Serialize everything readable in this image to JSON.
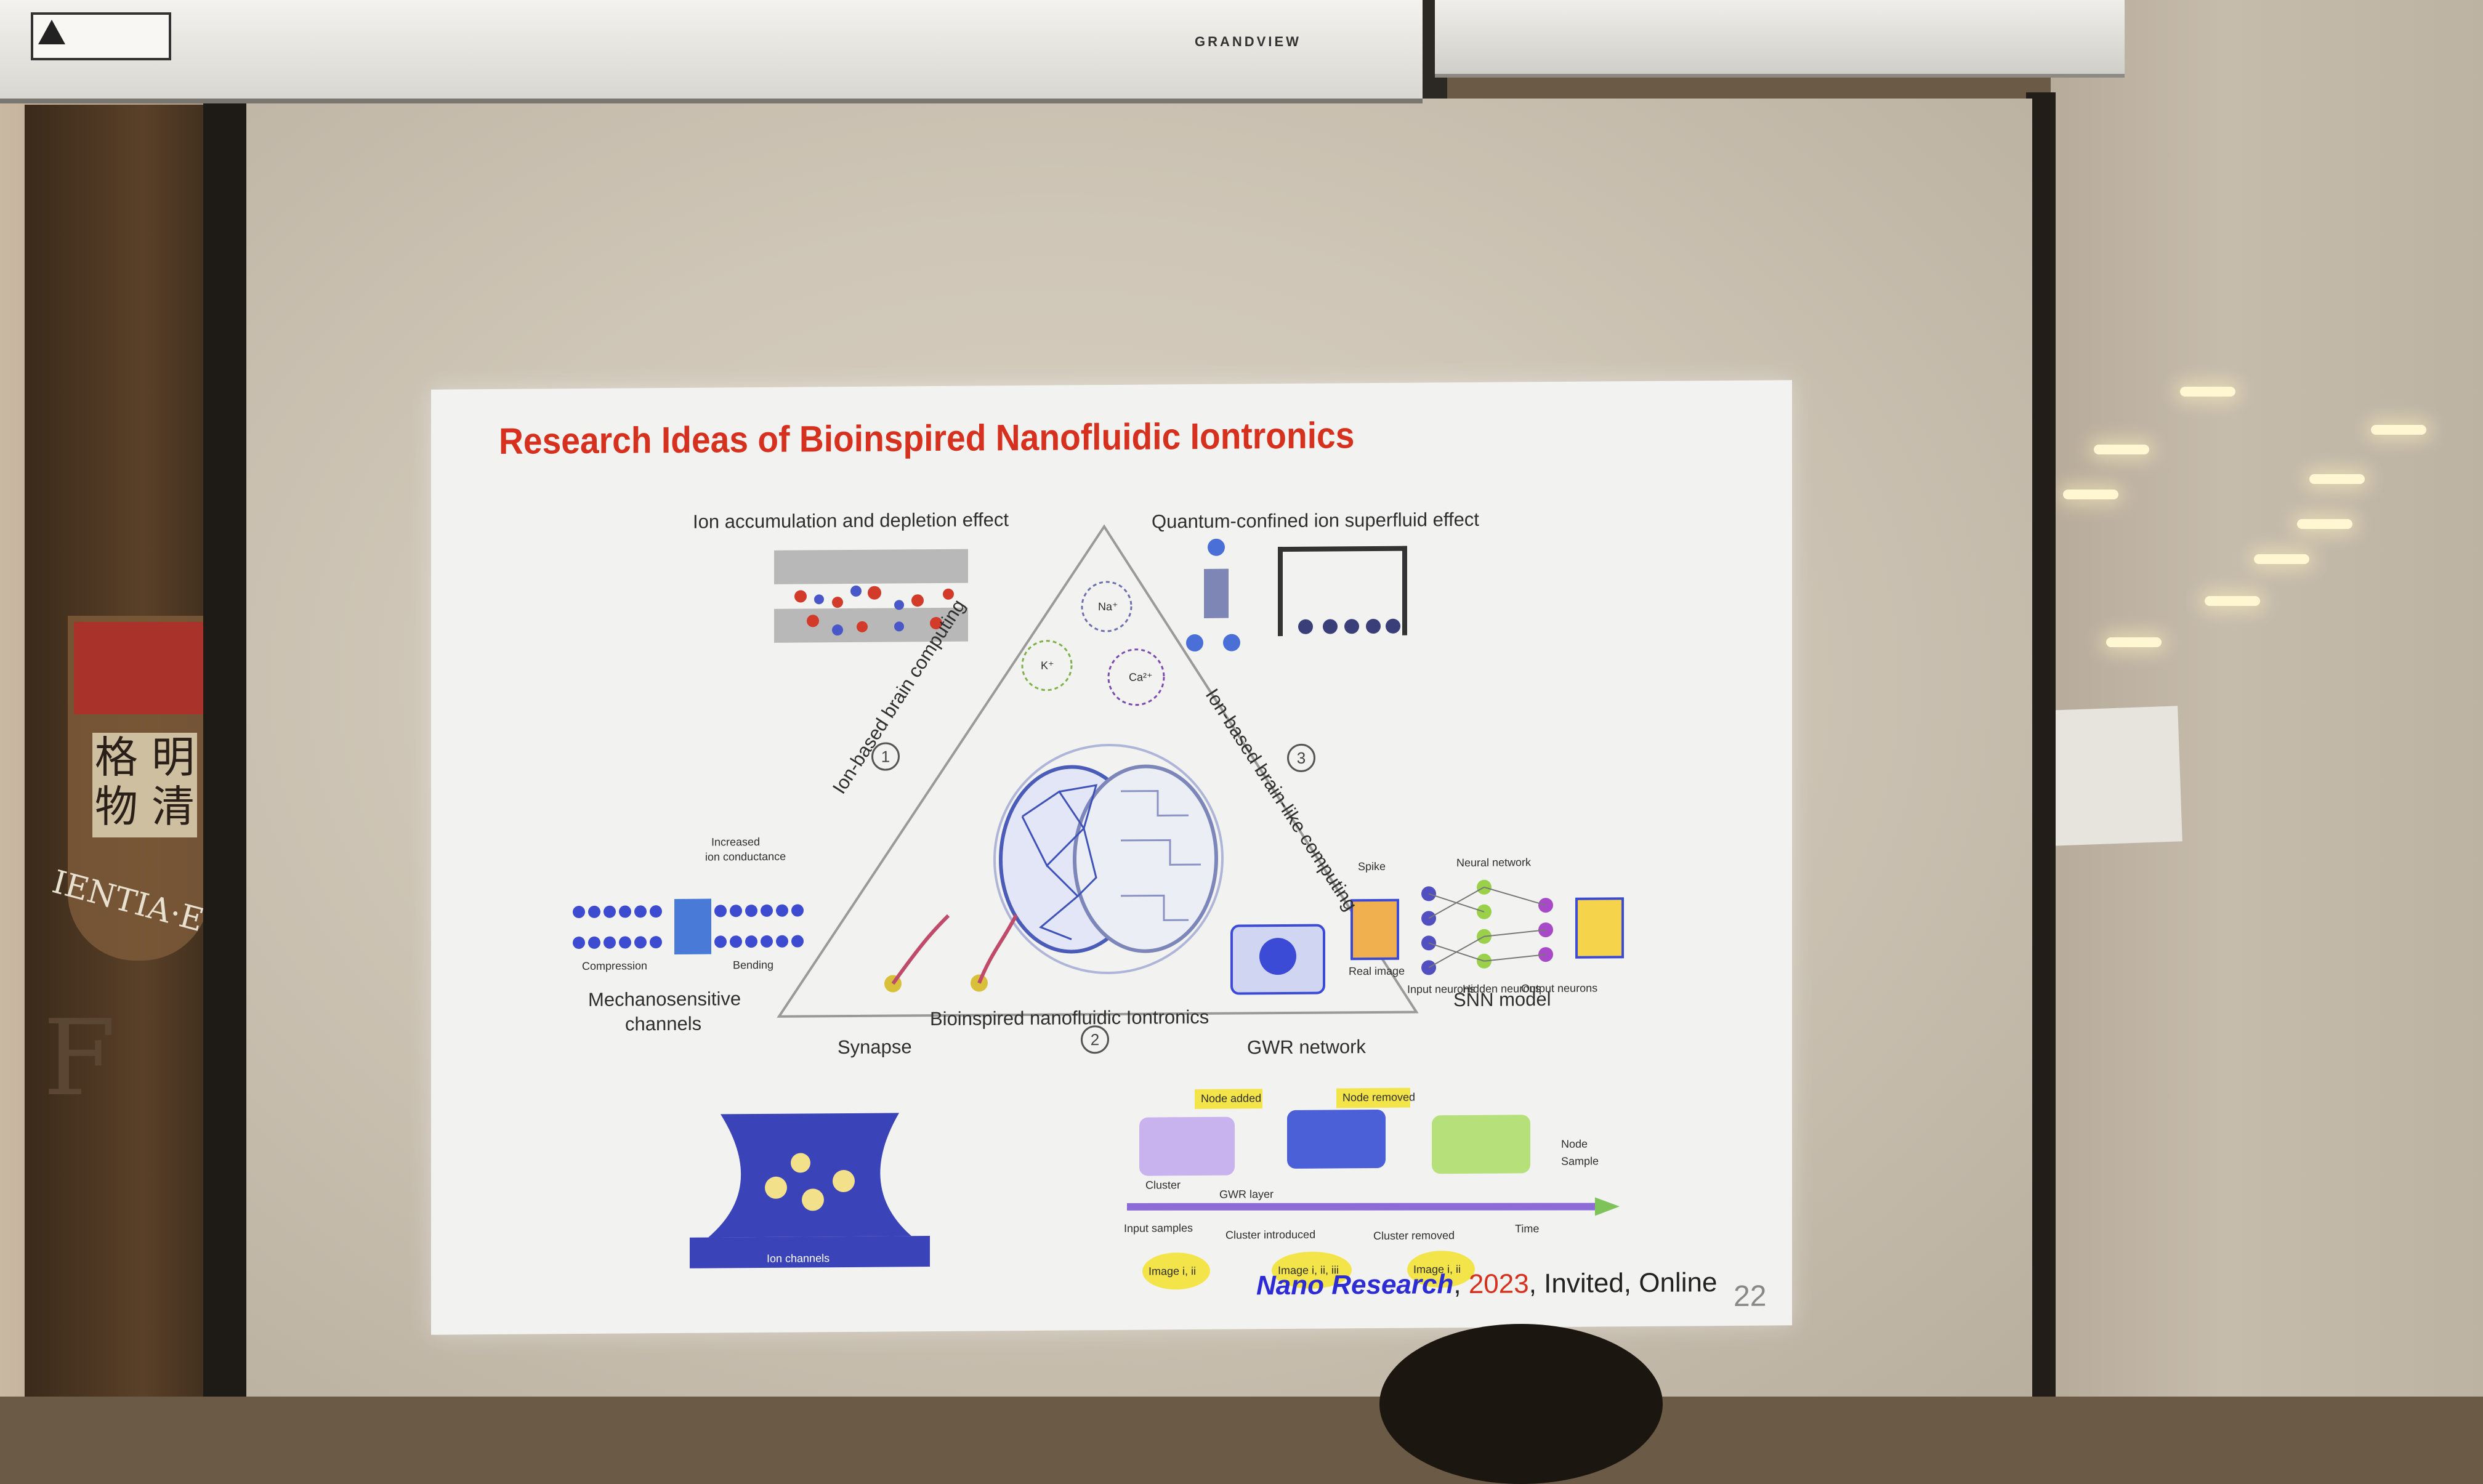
{
  "screen": {
    "brand": "GRANDVIEW"
  },
  "slide": {
    "title": "Research Ideas of Bioinspired Nanofluidic Iontronics",
    "labels": {
      "ion_accumulation": "Ion accumulation and depletion effect",
      "quantum_confined": "Quantum-confined ion superfluid effect",
      "ion_based_brain": "Ion-based brain computing",
      "ion_based_brain_like": "Ion-based brain-like computing",
      "mechanosensitive_line1": "Mechanosensitive",
      "mechanosensitive_line2": "channels",
      "increased_conductance_1": "Increased",
      "increased_conductance_2": "ion conductance",
      "compression": "Compression",
      "bending": "Bending",
      "center": "Bioinspired nanofluidic Iontronics",
      "synapse": "Synapse",
      "ion_channels": "Ion channels",
      "gwr_network": "GWR network",
      "snn_model": "SNN model",
      "spike": "Spike",
      "neural_network": "Neural network",
      "real_image": "Real image",
      "input_neurons": "Input neurons",
      "hidden_neurons": "Hidden neurons",
      "output_neurons": "Output neurons",
      "node_added": "Node added",
      "node_removed": "Node removed",
      "cluster": "Cluster",
      "gwr_layer": "GWR layer",
      "input_samples": "Input samples",
      "cluster_introduced": "Cluster introduced",
      "cluster_removed": "Cluster removed",
      "time": "Time",
      "node": "Node",
      "sample": "Sample",
      "image_1": "Image i, ii",
      "image_2": "Image i, ii, iii",
      "image_3": "Image i, ii",
      "na": "Na⁺",
      "k": "K⁺",
      "ca": "Ca²⁺"
    },
    "markers": [
      "1",
      "2",
      "3"
    ],
    "credit": {
      "journal": "Nano Research",
      "sep1": ", ",
      "year": "2023",
      "rest": ", Invited, Online"
    },
    "page_number": "22"
  },
  "colors": {
    "title": "#d6301f",
    "journal": "#2d2bd4",
    "accent_blue": "#3b4bd6"
  }
}
